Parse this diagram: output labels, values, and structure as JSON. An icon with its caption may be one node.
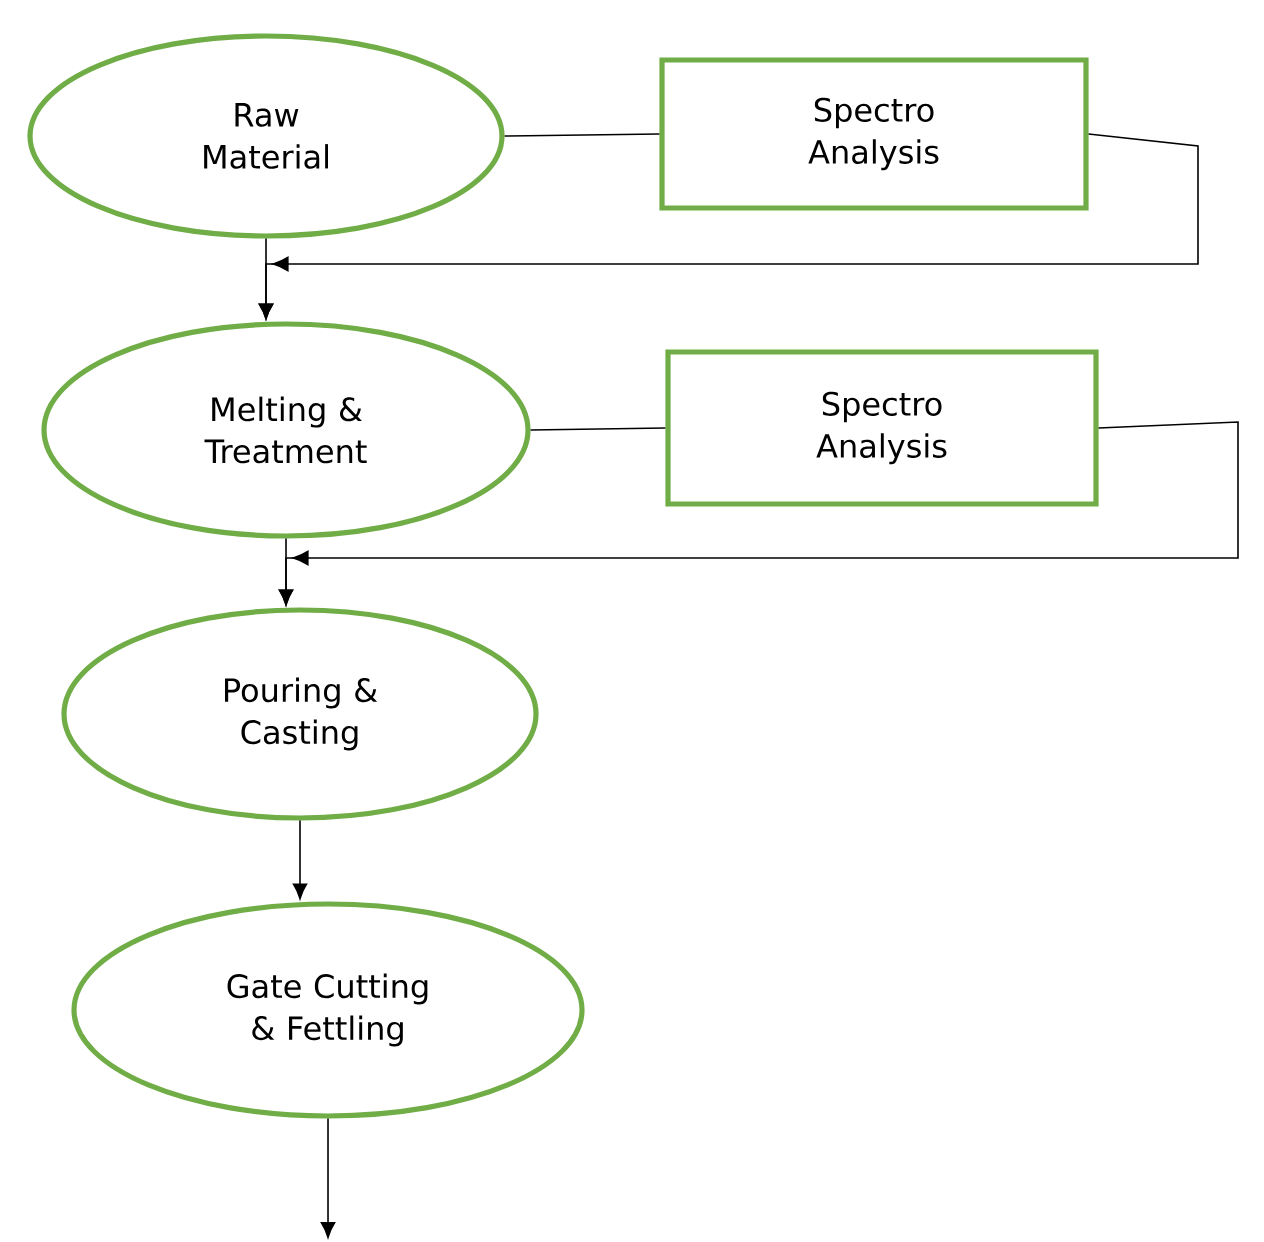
{
  "diagram": {
    "nodes": [
      {
        "text": [
          "Raw Material"
        ]
      },
      {
        "text": [
          "Spectro Analysis"
        ]
      },
      {
        "text": [
          "Melting & Treatment"
        ]
      },
      {
        "text": [
          "Spectro Analysis"
        ]
      },
      {
        "text": [
          "Pouring & Casting"
        ]
      },
      {
        "text": [
          "Gate Cutting & Fettling"
        ]
      }
    ],
    "edges": [
      {
        "from": 0,
        "to": 1,
        "arrow": "none"
      },
      {
        "from": 1,
        "to": 2,
        "arrow": "to"
      },
      {
        "from": 0,
        "to": 2,
        "arrow": "to"
      },
      {
        "from": 2,
        "to": 3,
        "arrow": "none"
      },
      {
        "from": 3,
        "to": 4,
        "arrow": "to"
      },
      {
        "from": 2,
        "to": 4,
        "arrow": "to"
      },
      {
        "from": 4,
        "to": 5,
        "arrow": "to"
      },
      {
        "from": 5,
        "to": null,
        "arrow": "to"
      }
    ]
  }
}
